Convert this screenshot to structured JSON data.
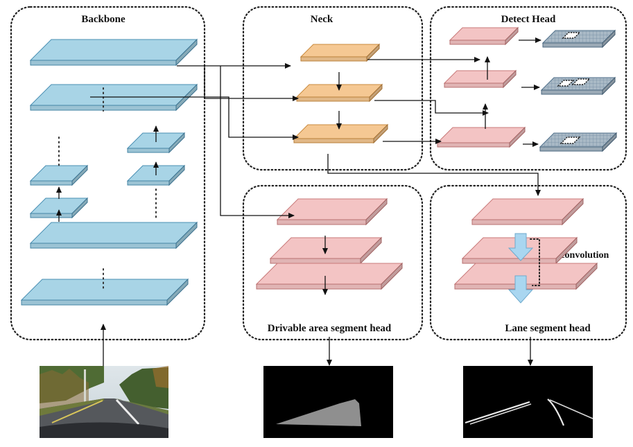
{
  "labels": {
    "backbone": "Backbone",
    "neck": "Neck",
    "detect_head": "Detect Head",
    "drivable_head": "Drivable area segment head",
    "lane_head": "Lane segment head",
    "deconvolution": "Deconvolution"
  },
  "colors": {
    "backbone_fill": "#a8d4e6",
    "backbone_edge": "#4a8fb3",
    "neck_fill": "#f5c893",
    "neck_edge": "#c98a3e",
    "head_fill": "#f3c4c4",
    "head_edge": "#c87a7a",
    "grid_fill": "#a9b9c6",
    "grid_edge": "#4f6f8a",
    "deconv_arrow": "#a9d6f0"
  },
  "icons": {
    "input_image": "road-camera-photo",
    "drivable_mask": "drivable-area-mask",
    "lane_mask": "lane-line-mask",
    "deconv": "down-arrow-icon"
  }
}
